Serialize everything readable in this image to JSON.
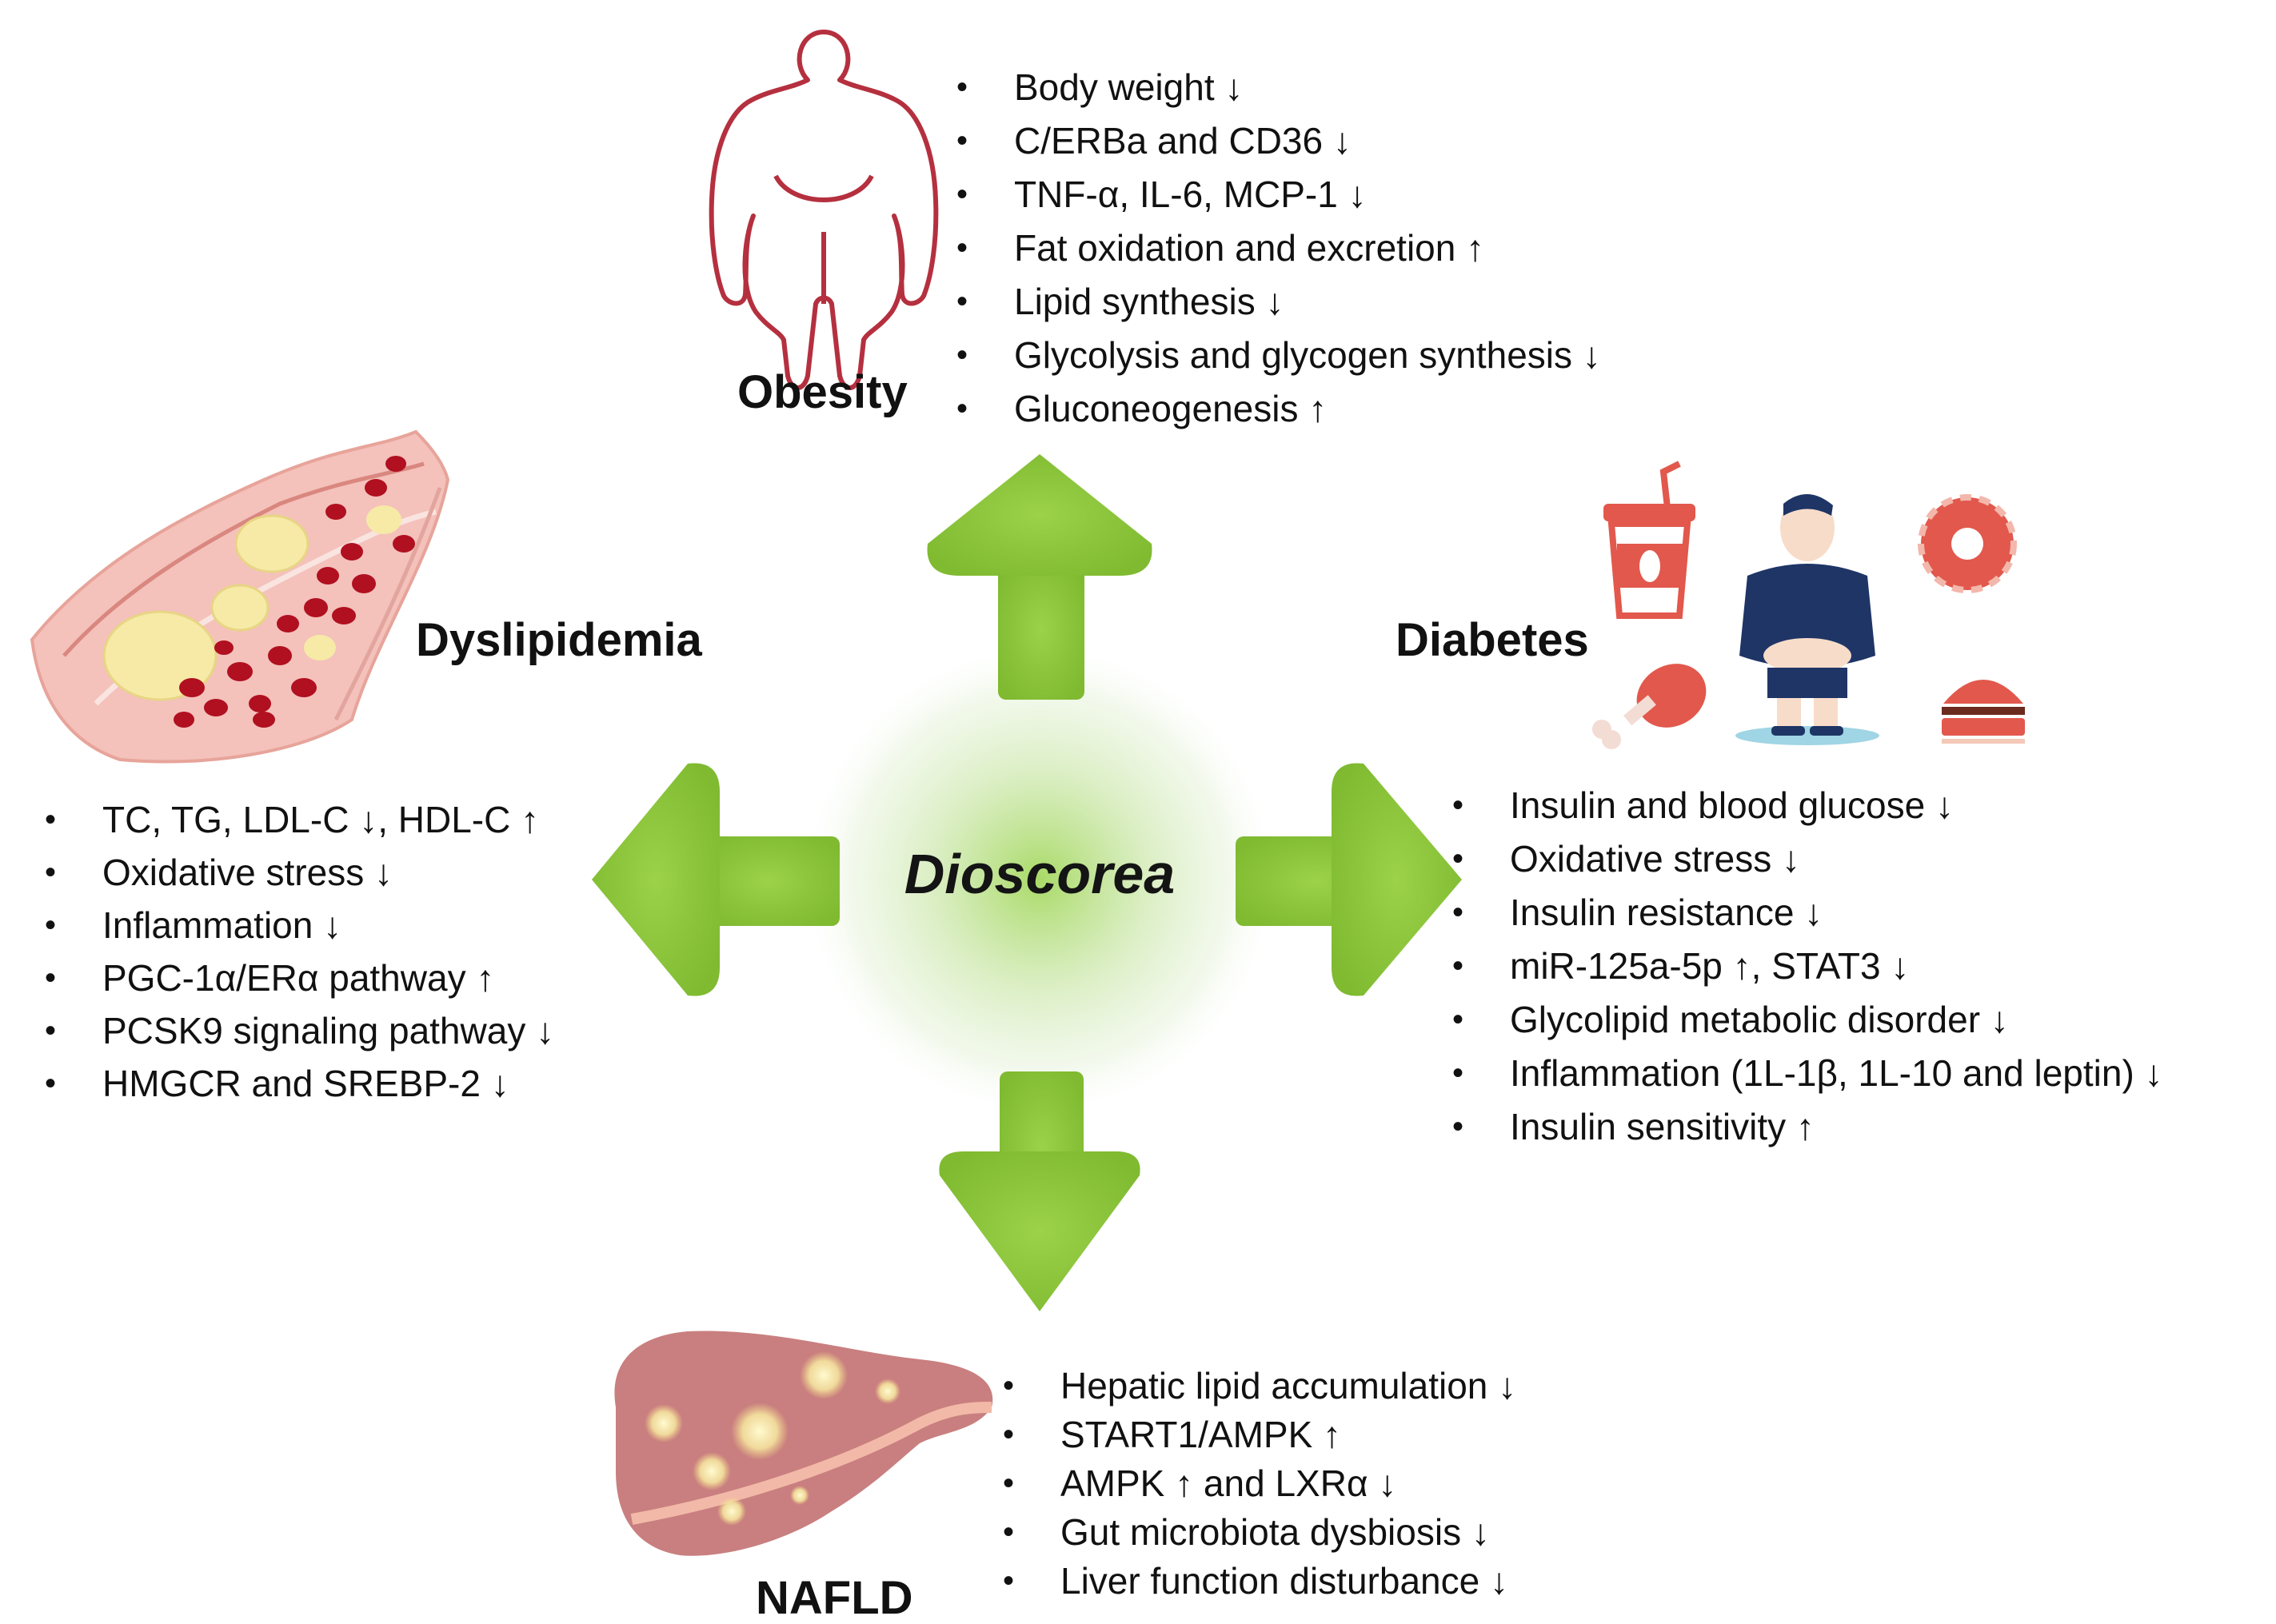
{
  "center": {
    "label": "Dioscorea"
  },
  "obesity": {
    "title": "Obesity",
    "items": [
      "Body weight ↓",
      "C/ERBa and CD36 ↓",
      "TNF-α,  IL-6,  MCP-1 ↓",
      "Fat oxidation and excretion ↑",
      "Lipid synthesis ↓",
      "Glycolysis and glycogen synthesis ↓",
      "Gluconeogenesis ↑"
    ]
  },
  "dyslipidemia": {
    "title": "Dyslipidemia",
    "items": [
      "TC, TG, LDL-C ↓, HDL-C ↑",
      "Oxidative  stress ↓",
      "Inflammation ↓",
      "PGC-1α/ERα pathway ↑",
      "PCSK9 signaling pathway ↓",
      "HMGCR  and  SREBP-2 ↓"
    ]
  },
  "diabetes": {
    "title": "Diabetes",
    "items": [
      "Insulin and blood glucose ↓",
      "Oxidative  stress ↓",
      "Insulin resistance ↓",
      "miR-125a-5p ↑, STAT3 ↓",
      "Glycolipid metabolic disorder ↓",
      "Inflammation  (1L-1β,  1L-10 and leptin) ↓",
      "Insulin sensitivity ↑"
    ]
  },
  "nafld": {
    "title": "NAFLD",
    "items": [
      "Hepatic lipid accumulation ↓",
      "START1/AMPK ↑",
      "AMPK ↑ and LXRα ↓",
      "Gut microbiota dysbiosis ↓",
      "Liver function disturbance ↓"
    ]
  },
  "colors": {
    "arrow_green": "#8cc63f",
    "obesity_outline": "#b5303f",
    "blood_red": "#b01020",
    "vessel_pink": "#f4c1bb",
    "plaque_yellow": "#f6eaa6",
    "liver_brown": "#c97f7f",
    "food_red": "#e2584c",
    "person_navy": "#1e3566"
  },
  "icons": {
    "obesity": "obese-body-outline-icon",
    "dyslipidemia": "artery-plaque-illustration",
    "diabetes": "junk-food-and-obese-person-illustration",
    "nafld": "fatty-liver-illustration"
  }
}
